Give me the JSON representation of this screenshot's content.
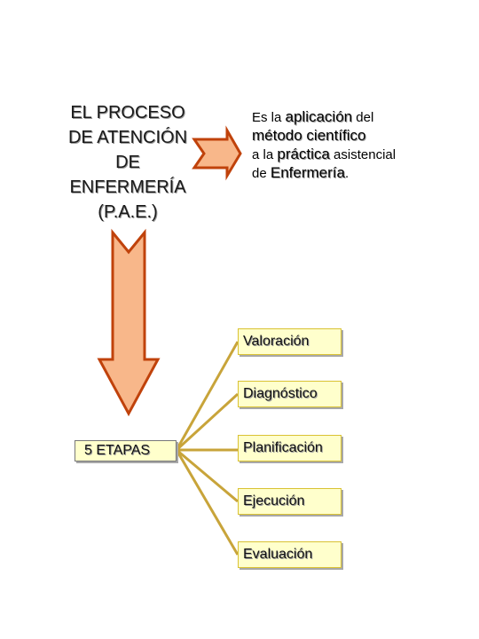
{
  "title_lines": [
    "EL PROCESO",
    "DE ATENCIÓN",
    "DE",
    "ENFERMERÍA",
    "(P.A.E.)"
  ],
  "definition": {
    "es_la": "Es la ",
    "aplicacion": "aplicación",
    "del": " del",
    "metodo": "método científico",
    "a_la": "a la ",
    "practica": "práctica",
    "asistencial": " asistencial",
    "de": "de ",
    "enfermeria": "Enfermería",
    "period": "."
  },
  "etapas_label": "5 ETAPAS",
  "stages": [
    "Valoración",
    "Diagnóstico",
    "Planificación",
    "Ejecución",
    "Evaluación"
  ],
  "colors": {
    "arrow_fill": "#f8b78a",
    "arrow_stroke": "#c0420b",
    "connector": "#c8a43a",
    "box_fill": "#ffffcc",
    "box_border": "#d9c233"
  }
}
